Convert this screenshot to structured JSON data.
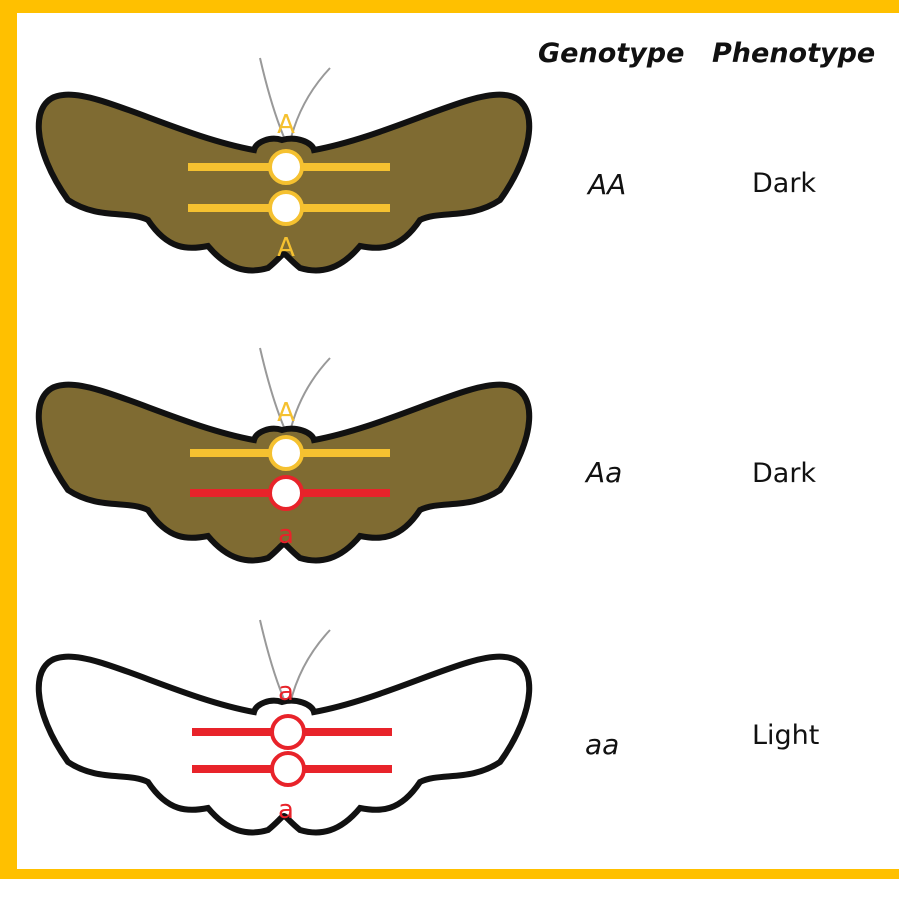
{
  "headers": {
    "genotype": "Genotype",
    "phenotype": "Phenotype"
  },
  "rows": [
    {
      "genotype": "AA",
      "phenotype": "Dark",
      "top_allele": "A",
      "bottom_allele": "A"
    },
    {
      "genotype": "Aa",
      "phenotype": "Dark",
      "top_allele": "A",
      "bottom_allele": "a"
    },
    {
      "genotype": "aa",
      "phenotype": "Light",
      "top_allele": "a",
      "bottom_allele": "a"
    }
  ],
  "colors": {
    "border": "#FFC000",
    "dark_moth": "#7F6B32",
    "light_moth": "#FFFFFF",
    "dominant_allele": "#F5C130",
    "recessive_allele": "#E8232A",
    "outline": "#111111"
  }
}
